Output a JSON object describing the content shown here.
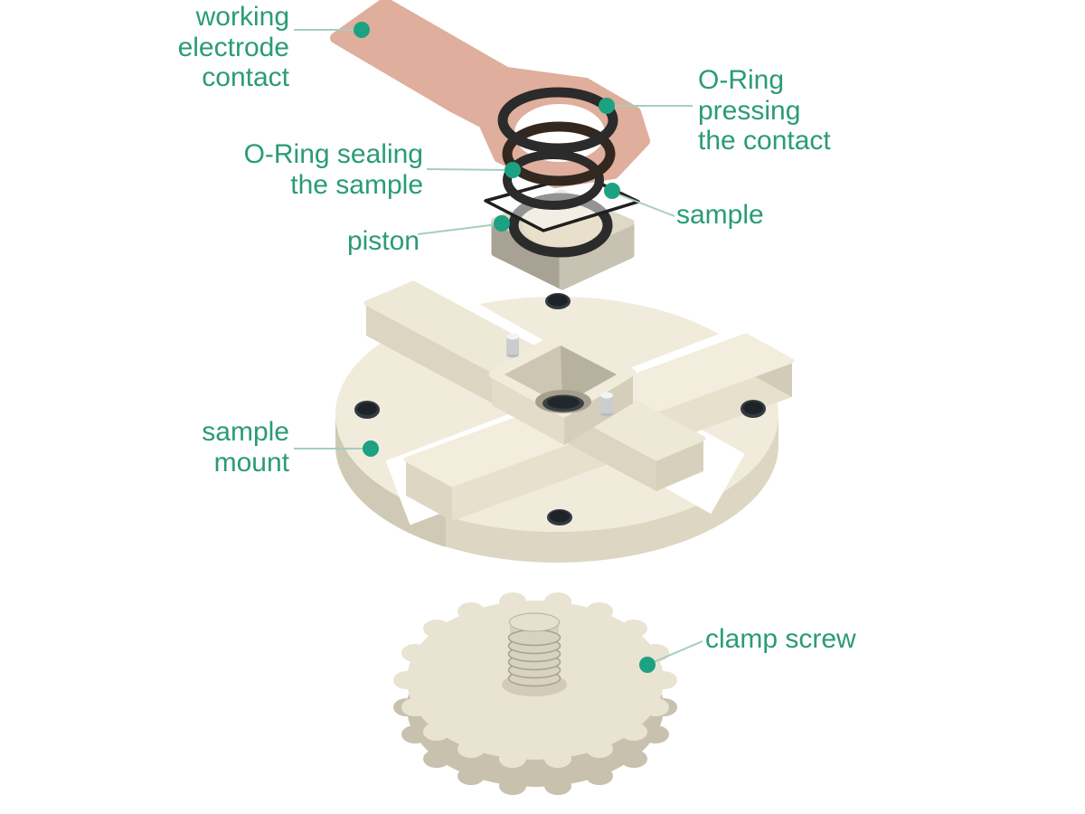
{
  "figure": {
    "type": "exploded-assembly-diagram",
    "subject": "sample mount exploded view with callout labels",
    "background": "#ffffff"
  },
  "labels": {
    "working_electrode_contact": "working\nelectrode\ncontact",
    "oring_pressing": "O-Ring\npressing\nthe contact",
    "oring_sealing": "O-Ring sealing\nthe sample",
    "sample": "sample",
    "piston": "piston",
    "sample_mount": "sample\nmount",
    "clamp_screw": "clamp screw"
  },
  "colors": {
    "accent_text": "#2a9b78",
    "callout_dot": "#1da183",
    "leader_line": "#a3cec0",
    "copper_strip": "#dfae9c",
    "o_ring": "#2b2b2b",
    "o_ring_shadowed": "#33281f",
    "plastic_cream": "#f0ebdb",
    "plastic_side": "#ddd6c2",
    "piston_side": "#a8a295",
    "metal_pin": "#caccce",
    "hole_dark": "#333a40",
    "glass_edge": "#1f1f1f"
  }
}
